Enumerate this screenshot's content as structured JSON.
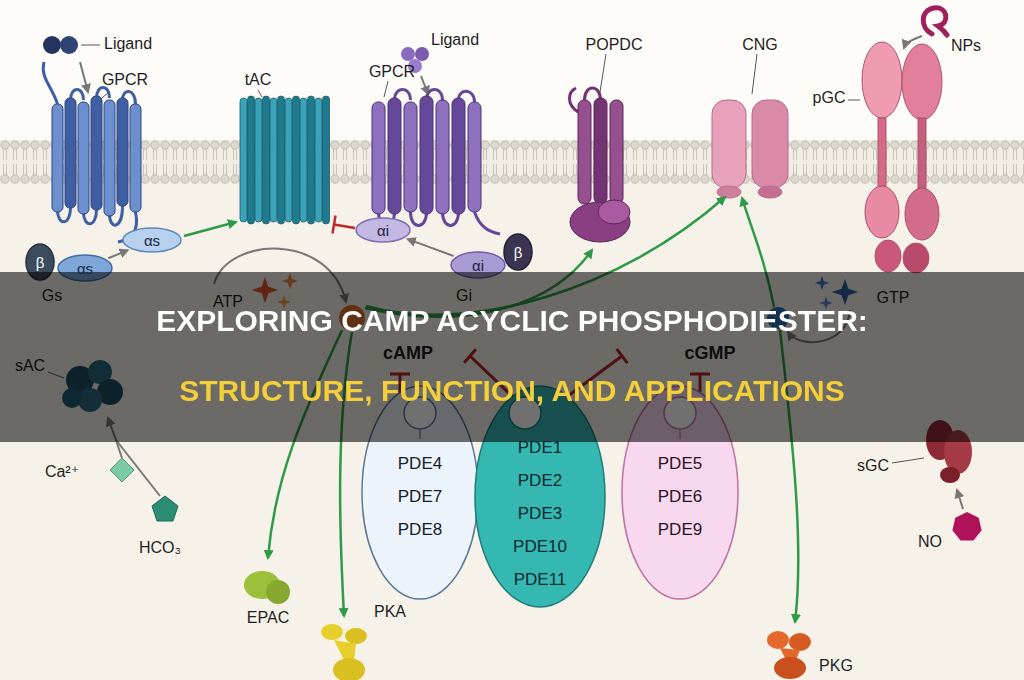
{
  "diagram": {
    "title": "EXPLORING CAMP ACYCLIC PHOSPHODIESTER: STRUCTURE, FUNCTION, AND APPLICATIONS",
    "nodes": [
      {
        "text": [
          "β"
        ]
      },
      {
        "text": [
          "αs"
        ]
      },
      {
        "text": [
          "αs"
        ]
      },
      {
        "text": [
          "αi"
        ]
      },
      {
        "text": [
          "αi"
        ]
      },
      {
        "text": [
          "β"
        ]
      },
      {
        "text": [
          "PDE4",
          "PDE7",
          "PDE8"
        ]
      },
      {
        "text": [
          "PDE1",
          "PDE2",
          "PDE3",
          "PDE10",
          "PDE11"
        ]
      },
      {
        "text": [
          "PDE5",
          "PDE6",
          "PDE9"
        ]
      }
    ],
    "edges": [
      {
        "from": 1,
        "to": 2,
        "arrow": "to"
      },
      {
        "from": 4,
        "to": 3,
        "arrow": "to"
      }
    ],
    "labels": [
      "Ligand",
      "GPCR",
      "tAC",
      "Ligand",
      "GPCR",
      "POPDC",
      "CNG",
      "NPs",
      "pGC",
      "Gs",
      "Gi",
      "ATP",
      "GTP",
      "cAMP",
      "cGMP",
      "sAC",
      "Ca²⁺",
      "HCO₃",
      "sGC",
      "NO",
      "EPAC",
      "PKA",
      "PKG"
    ]
  }
}
